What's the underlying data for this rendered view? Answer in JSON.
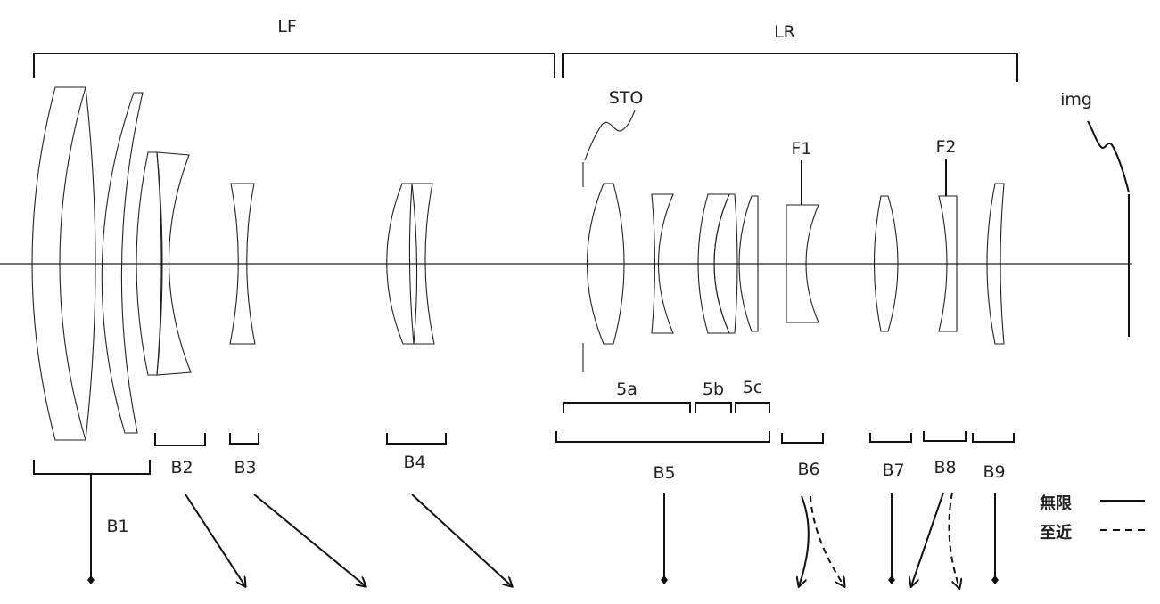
{
  "groups": {
    "front": "LF",
    "rear": "LR"
  },
  "stop": "STO",
  "image": "img",
  "filters": {
    "f1": "F1",
    "f2": "F2"
  },
  "subgroups": {
    "a": "5a",
    "b": "5b",
    "c": "5c"
  },
  "blocks": {
    "b1": "B1",
    "b2": "B2",
    "b3": "B3",
    "b4": "B4",
    "b5": "B5",
    "b6": "B6",
    "b7": "B7",
    "b8": "B8",
    "b9": "B9"
  },
  "legend": {
    "infinity": "無限",
    "close": "至近"
  },
  "colors": {
    "line": "#111111",
    "background": "#ffffff"
  }
}
